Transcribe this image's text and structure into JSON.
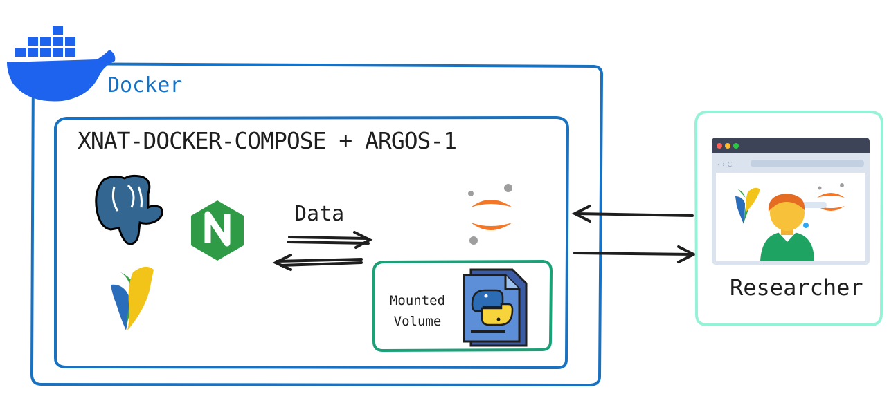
{
  "docker": {
    "label": "Docker"
  },
  "stack": {
    "title": "XNAT-DOCKER-COMPOSE + ARGOS-1"
  },
  "flow": {
    "data_label": "Data"
  },
  "volume": {
    "label": "Mounted Volume"
  },
  "researcher": {
    "label": "Researcher"
  },
  "colors": {
    "docker_blue": "#1971c2",
    "volume_green": "#1ca078",
    "researcher_border": "#96f2d7",
    "nginx_green": "#2f9b47",
    "jupyter_orange": "#f37726",
    "postgres_blue": "#336791"
  },
  "icons": [
    "docker-whale-icon",
    "postgresql-elephant-icon",
    "nginx-icon",
    "xnat-logo-icon",
    "jupyter-icon",
    "python-file-icon",
    "browser-window-icon",
    "researcher-avatar-icon"
  ]
}
